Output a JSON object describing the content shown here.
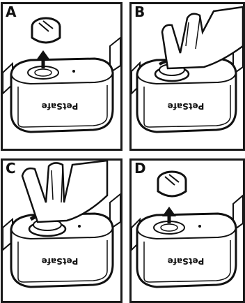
{
  "panels": [
    {
      "letter": "A",
      "brand": "PetSafe",
      "step": "remove-cap"
    },
    {
      "letter": "B",
      "brand": "PetSafe",
      "step": "grip-cap"
    },
    {
      "letter": "C",
      "brand": "PetSafe",
      "step": "turn-cap"
    },
    {
      "letter": "D",
      "brand": "PetSafe",
      "step": "lift-cap"
    }
  ],
  "colors": {
    "ink": "#1a1a1a",
    "paper": "#ffffff"
  }
}
